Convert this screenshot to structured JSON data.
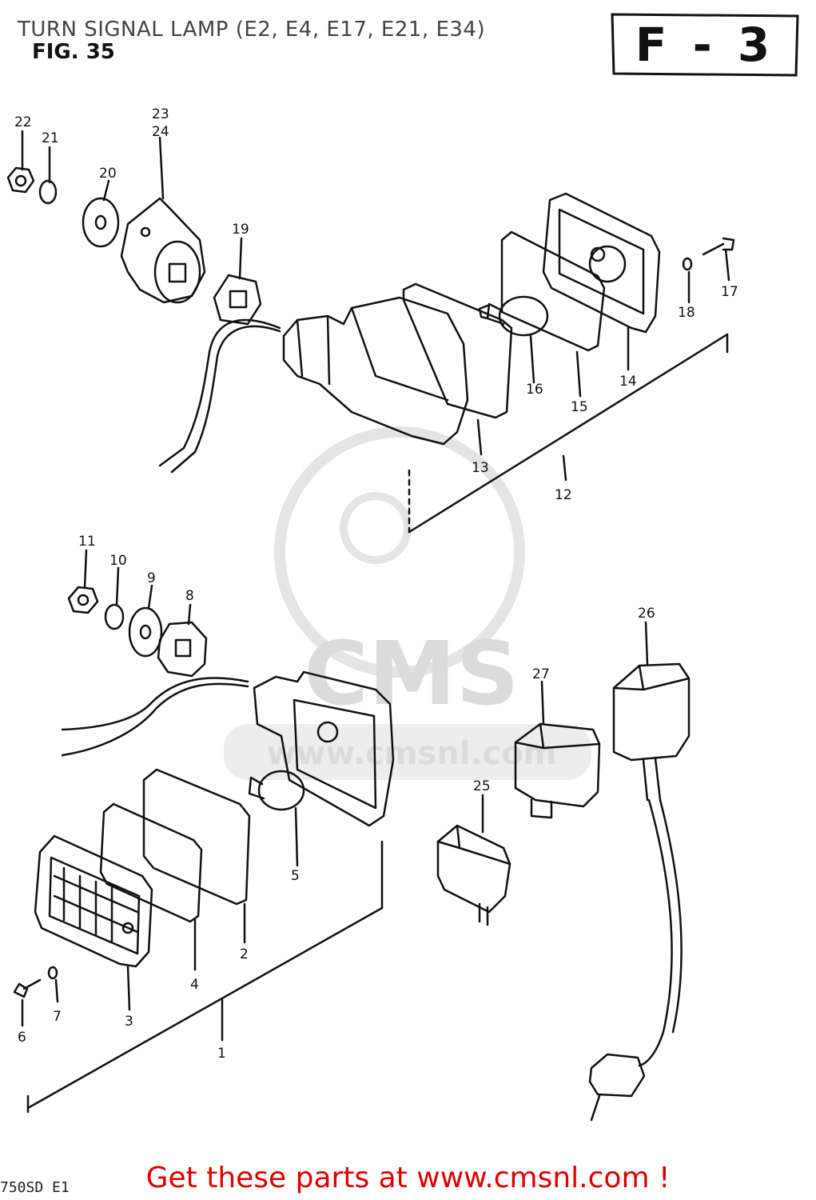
{
  "header": {
    "title": "TURN SIGNAL LAMP (E2, E4, E17, E21, E34)",
    "fig_label": "FIG. 35",
    "section_code": "F - 3"
  },
  "watermark": {
    "brand": "CMS",
    "url": "www.cmsnl.com"
  },
  "corner_code": "750SD E1",
  "parts": {
    "p1": "1",
    "p2": "2",
    "p3": "3",
    "p4": "4",
    "p5": "5",
    "p6": "6",
    "p7": "7",
    "p8": "8",
    "p9": "9",
    "p10": "10",
    "p11": "11",
    "p12": "12",
    "p13": "13",
    "p14": "14",
    "p15": "15",
    "p16": "16",
    "p17": "17",
    "p18": "18",
    "p19": "19",
    "p20": "20",
    "p21": "21",
    "p22": "22",
    "p23": "23",
    "p24": "24",
    "p25": "25",
    "p26": "26",
    "p27": "27"
  },
  "footer": {
    "cta": "Get these parts at www.cmsnl.com !"
  }
}
